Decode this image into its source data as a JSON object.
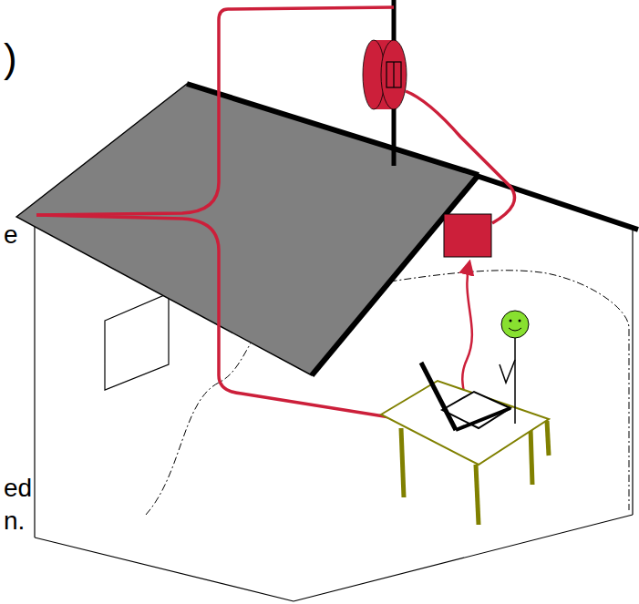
{
  "diagram": {
    "labels": [
      ")",
      "e",
      "ed",
      "n."
    ]
  }
}
